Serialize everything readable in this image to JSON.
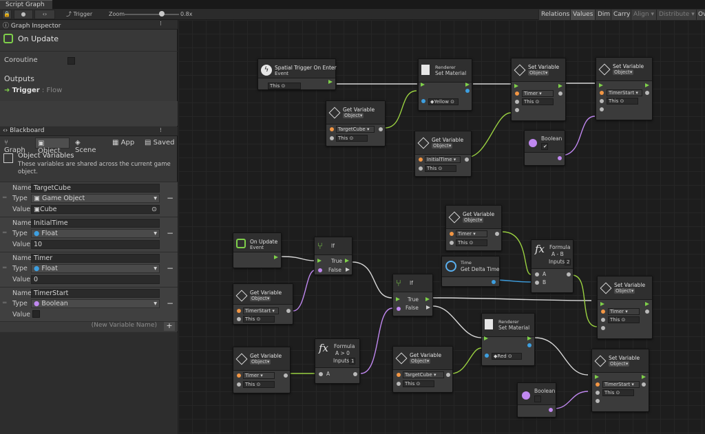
{
  "tab": {
    "title": "Script Graph"
  },
  "toolbar": {
    "trigger_label": "Trigger",
    "zoom_label": "Zoom",
    "zoom_value": "0.8x",
    "zoom_level": 0.8
  },
  "right_toolbar": {
    "relations": "Relations",
    "values": "Values",
    "dim": "Dim",
    "carry": "Carry",
    "align": "Align",
    "distribute": "Distribute",
    "overview": "Ov"
  },
  "inspector": {
    "title": "Graph Inspector",
    "node_title": "On Update",
    "coroutine_label": "Coroutine",
    "outputs_label": "Outputs",
    "output_name": "Trigger",
    "output_type": ": Flow"
  },
  "blackboard": {
    "title": "Blackboard",
    "tabs": [
      "Graph",
      "Object",
      "Scene",
      "App",
      "Saved"
    ],
    "active_tab": "Object",
    "section_title": "Object Variables",
    "section_desc": "These variables are shared across the current game object.",
    "name_label": "Name",
    "type_label": "Type",
    "value_label": "Value",
    "variables": [
      {
        "name": "TargetCube",
        "type": "Game Object",
        "value": "Cube"
      },
      {
        "name": "InitialTime",
        "type": "Float",
        "value": "10"
      },
      {
        "name": "Timer",
        "type": "Float",
        "value": "0"
      },
      {
        "name": "TimerStart",
        "type": "Boolean",
        "value": ""
      }
    ],
    "new_variable_placeholder": "(New Variable Name)"
  },
  "nodes": {
    "spatial": {
      "title": "Spatial Trigger On Enter",
      "sub": "Event",
      "this": "This"
    },
    "renderer1": {
      "cat": "Renderer",
      "title": "Set Material",
      "value": "Yellow"
    },
    "setvar1": {
      "title": "Set Variable",
      "kind": "Object",
      "var": "Timer",
      "this": "This"
    },
    "setvar2": {
      "title": "Set Variable",
      "kind": "Object",
      "var": "TimerStart",
      "this": "This"
    },
    "getvar1": {
      "title": "Get Variable",
      "kind": "Object",
      "var": "TargetCube",
      "this": "This"
    },
    "getvar2": {
      "title": "Get Variable",
      "kind": "Object",
      "var": "InitialTime",
      "this": "This"
    },
    "bool1": {
      "title": "Boolean",
      "checked": "✔"
    },
    "onupdate": {
      "title": "On Update",
      "sub": "Event"
    },
    "if1": {
      "title": "If",
      "true_label": "True",
      "false_label": "False"
    },
    "getvar3": {
      "title": "Get Variable",
      "kind": "Object",
      "var": "TimerStart",
      "this": "This"
    },
    "if2": {
      "title": "If",
      "true_label": "True",
      "false_label": "False"
    },
    "getvar4": {
      "title": "Get Variable",
      "kind": "Object",
      "var": "Timer",
      "this": "This"
    },
    "formula1": {
      "title": "Formula",
      "expr": "A - B",
      "inputs_label": "Inputs",
      "inputs": "2",
      "a": "A",
      "b": "B"
    },
    "time": {
      "cat": "Time",
      "title": "Get Delta Time"
    },
    "setvar3": {
      "title": "Set Variable",
      "kind": "Object",
      "var": "Timer",
      "this": "This"
    },
    "getvar5": {
      "title": "Get Variable",
      "kind": "Object",
      "var": "Timer",
      "this": "This"
    },
    "formula2": {
      "title": "Formula",
      "expr": "A > 0",
      "inputs_label": "Inputs",
      "inputs": "1",
      "a": "A"
    },
    "getvar6": {
      "title": "Get Variable",
      "kind": "Object",
      "var": "TargetCube",
      "this": "This"
    },
    "renderer2": {
      "cat": "Renderer",
      "title": "Set Material",
      "value": "Red"
    },
    "setvar4": {
      "title": "Set Variable",
      "kind": "Object",
      "var": "TimerStart",
      "this": "This"
    },
    "bool2": {
      "title": "Boolean",
      "checked": ""
    }
  },
  "colors": {
    "flow": "#7fd04a",
    "port_object": "#f29644",
    "port_float": "#3d9fe0",
    "port_bool": "#c088f0",
    "wire_green": "#9ad141",
    "wire_purple": "#c088f0",
    "wire_blue": "#3d9fe0",
    "header_teal": "#3aa5a0"
  }
}
